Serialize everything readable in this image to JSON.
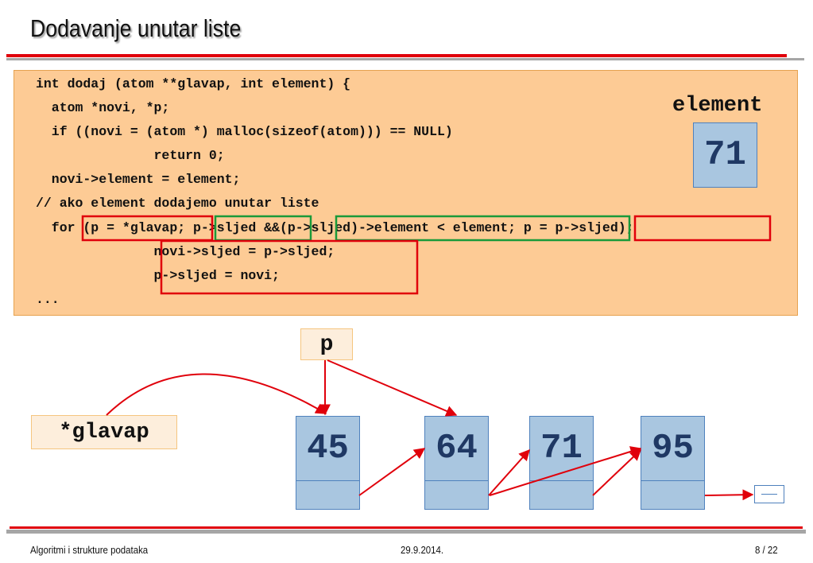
{
  "slide": {
    "title": "Dodavanje unutar liste",
    "code_lines": [
      "int dodaj (atom **glavap, int element) {",
      "  atom *novi, *p;",
      "  if ((novi = (atom *) malloc(sizeof(atom))) == NULL)",
      "               return 0;",
      "  novi->element = element;",
      "// ako element dodajemo unutar liste",
      "  for (p = *glavap; p->sljed &&(p->sljed)->element < element; p = p->sljed);",
      "               novi->sljed = p->sljed;",
      "               p->sljed = novi;",
      "..."
    ],
    "element_label": "element",
    "element_value": "71",
    "pointer_p_label": "p",
    "head_label": "*glavap",
    "nodes": [
      "45",
      "64",
      "71",
      "95"
    ]
  },
  "colors": {
    "code_background": "#fdcb95",
    "node_fill": "#a9c6e0",
    "node_border": "#4f81bd",
    "arrow": "#e0000b",
    "highlight_red": "#e0000b",
    "highlight_green": "#1a9a3a"
  },
  "footer": {
    "course": "Algoritmi i strukture podataka",
    "date": "29.9.2014.",
    "page": "8 / 22"
  }
}
